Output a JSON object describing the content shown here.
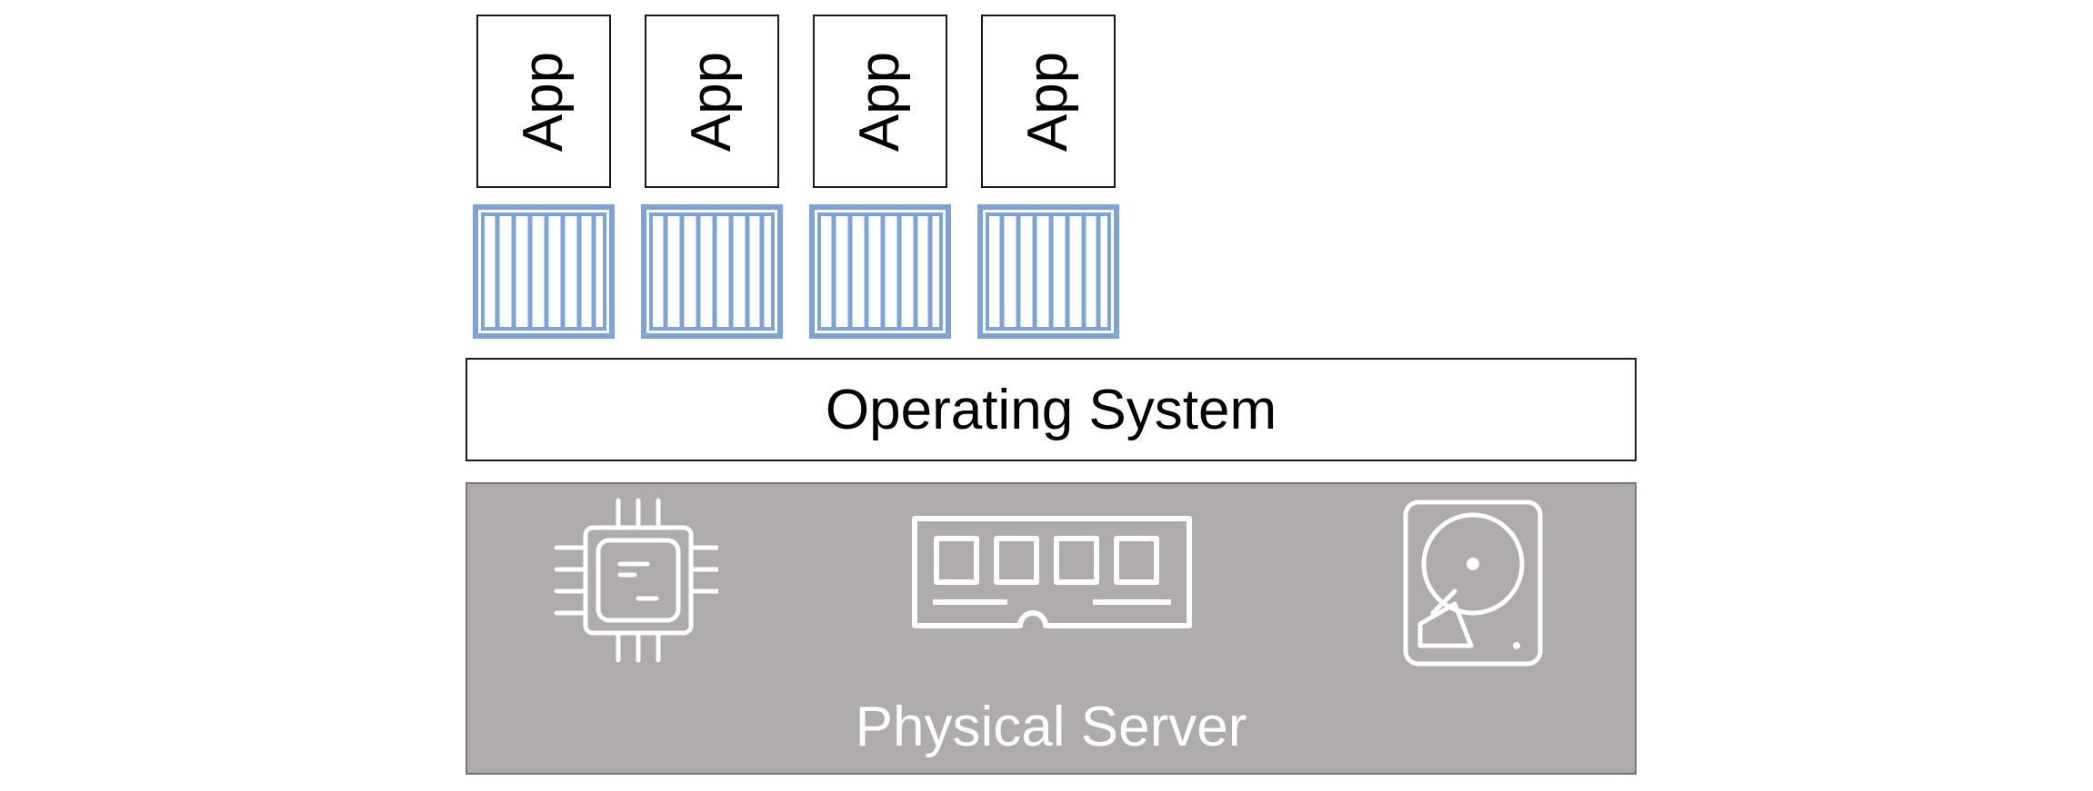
{
  "apps": [
    {
      "label": "App"
    },
    {
      "label": "App"
    },
    {
      "label": "App"
    },
    {
      "label": "App"
    }
  ],
  "containers": 4,
  "os": {
    "label": "Operating System"
  },
  "server": {
    "label": "Physical Server",
    "icons": [
      "cpu-icon",
      "ram-icon",
      "hard-drive-icon"
    ]
  },
  "colors": {
    "container_stroke": "#7fa3d4",
    "server_fill": "#aeabaa",
    "server_icon": "#ffffff",
    "box_border": "#1a1a1a"
  }
}
